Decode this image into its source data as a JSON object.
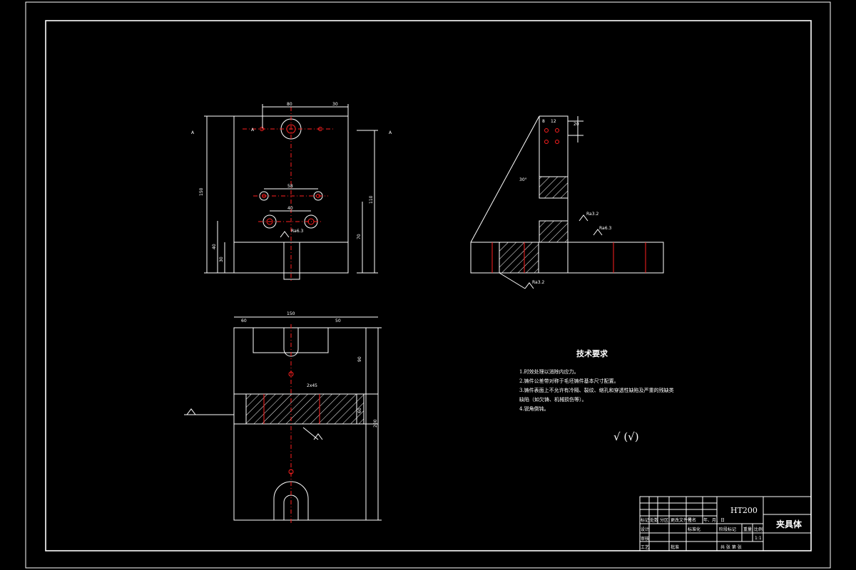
{
  "technical_requirements": {
    "title": "技术要求",
    "items": [
      "1.时效处理以消除内应力。",
      "2.铸件公差带对称于毛坯铸件基本尺寸配置。",
      "3.铸件表面上不允许有冷隔、裂纹、缩孔和穿透性缺陷及严重的残缺类",
      "缺陷（如欠铸、机械损伤等）。",
      "4.锐角倒钝。"
    ]
  },
  "roughness_symbol": "√ (√)",
  "title_block": {
    "material": "HT200",
    "part_name": "夹具体",
    "scale": "1:1",
    "row_labels": [
      "设计",
      "审核",
      "工艺",
      "批准"
    ],
    "header_cells": [
      "标记",
      "处数",
      "分区",
      "更改文件号",
      "签名",
      "年、月、日"
    ],
    "stage_labels": [
      "阶段标记",
      "重量",
      "比例"
    ],
    "sheet_label": "共  张  第  张",
    "standardization": "标准化"
  },
  "view_labels": {
    "front_section_a": "A",
    "front_section_a2": "A",
    "front_marker_left": "A",
    "front_marker_right": "A"
  },
  "dimension_labels": {
    "top_width": "80",
    "top_right": "30",
    "hole_spacing": "58",
    "hole_spacing2": "40",
    "height_total": "150",
    "height_right": "110",
    "height_mid": "70",
    "height_low": "30",
    "height_lower": "40",
    "roughness_a": "Ra6.3",
    "roughness_b": "Ra3.2",
    "roughness_c": "Ra6.3",
    "roughness_d": "Ra3.2",
    "side_top": "8",
    "side_12": "12",
    "side_20": "20",
    "side_angle": "30°",
    "bottom_width": "150",
    "bottom_left": "60",
    "bottom_right": "50",
    "bottom_height": "200",
    "bottom_h2": "90",
    "bottom_h3": "60",
    "chamfer": "2x45"
  }
}
